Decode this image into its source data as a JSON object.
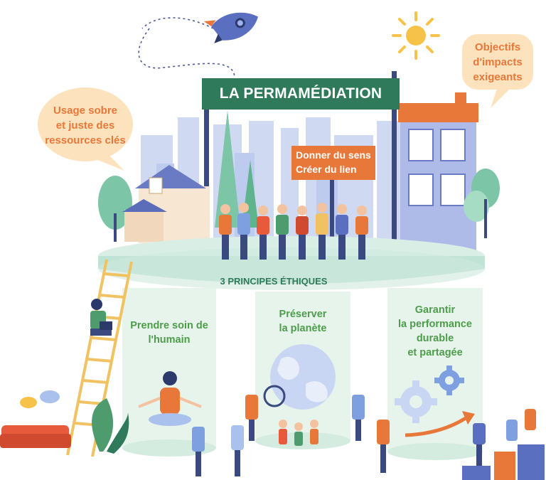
{
  "banner": {
    "title": "LA PERMAMÉDIATION"
  },
  "bubbles": {
    "left": [
      "Usage sobre",
      "et juste des",
      "ressources clés"
    ],
    "right": [
      "Objectifs",
      "d'impacts",
      "exigeants"
    ]
  },
  "sign": {
    "line1": "Donner du sens",
    "line2": "Créer du lien"
  },
  "principles_label": "3 PRINCIPES ÉTHIQUES",
  "pillars": [
    {
      "lines": [
        "Prendre soin de",
        "l'humain"
      ]
    },
    {
      "lines": [
        "Préserver",
        "la planète"
      ]
    },
    {
      "lines": [
        "Garantir",
        "la performance",
        "durable",
        "et partagée"
      ]
    }
  ],
  "icons": [
    "rocket-icon",
    "sun-icon",
    "globe-icon",
    "gear-icon",
    "ladder-icon",
    "growth-arrow-icon"
  ],
  "colors": {
    "banner": "#2f7a5a",
    "accent_orange": "#e8773a",
    "pillar_text": "#4e9c4b",
    "bubble": "#fde3bd",
    "platform": "#d9efe6"
  }
}
